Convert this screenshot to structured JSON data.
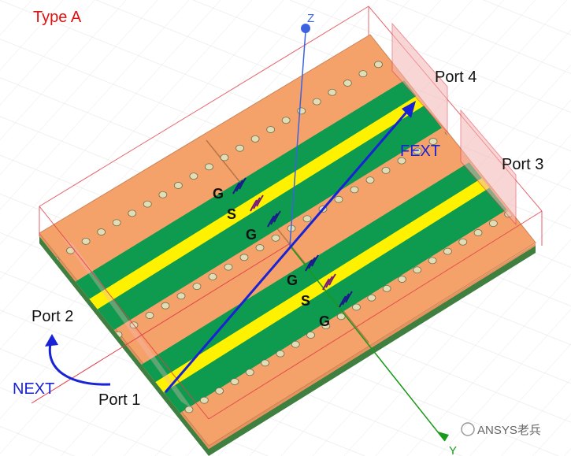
{
  "title": "Type A",
  "axes": {
    "z": "Z",
    "y": "Y"
  },
  "ports": {
    "port1": "Port 1",
    "port2": "Port 2",
    "port3": "Port 3",
    "port4": "Port 4"
  },
  "arrows": {
    "next": "NEXT",
    "fext": "FEXT"
  },
  "via_labels": {
    "left": {
      "g_top": "G",
      "s": "S",
      "g_bottom": "G"
    },
    "right": {
      "g_top": "G",
      "s": "S",
      "g_bottom": "G"
    }
  },
  "watermark": "ANSYS老兵",
  "colors": {
    "board": "#F4A26A",
    "board_side": "#E8915A",
    "ground_trace": "#0E9A4F",
    "signal_trace": "#FFF200",
    "via": "#E2DDB4",
    "airbox": "#E0404A",
    "arrow": "#1A22D6",
    "title": "#E01010",
    "axis_z": "#3B63E0",
    "axis_y": "#1A9A1A"
  }
}
